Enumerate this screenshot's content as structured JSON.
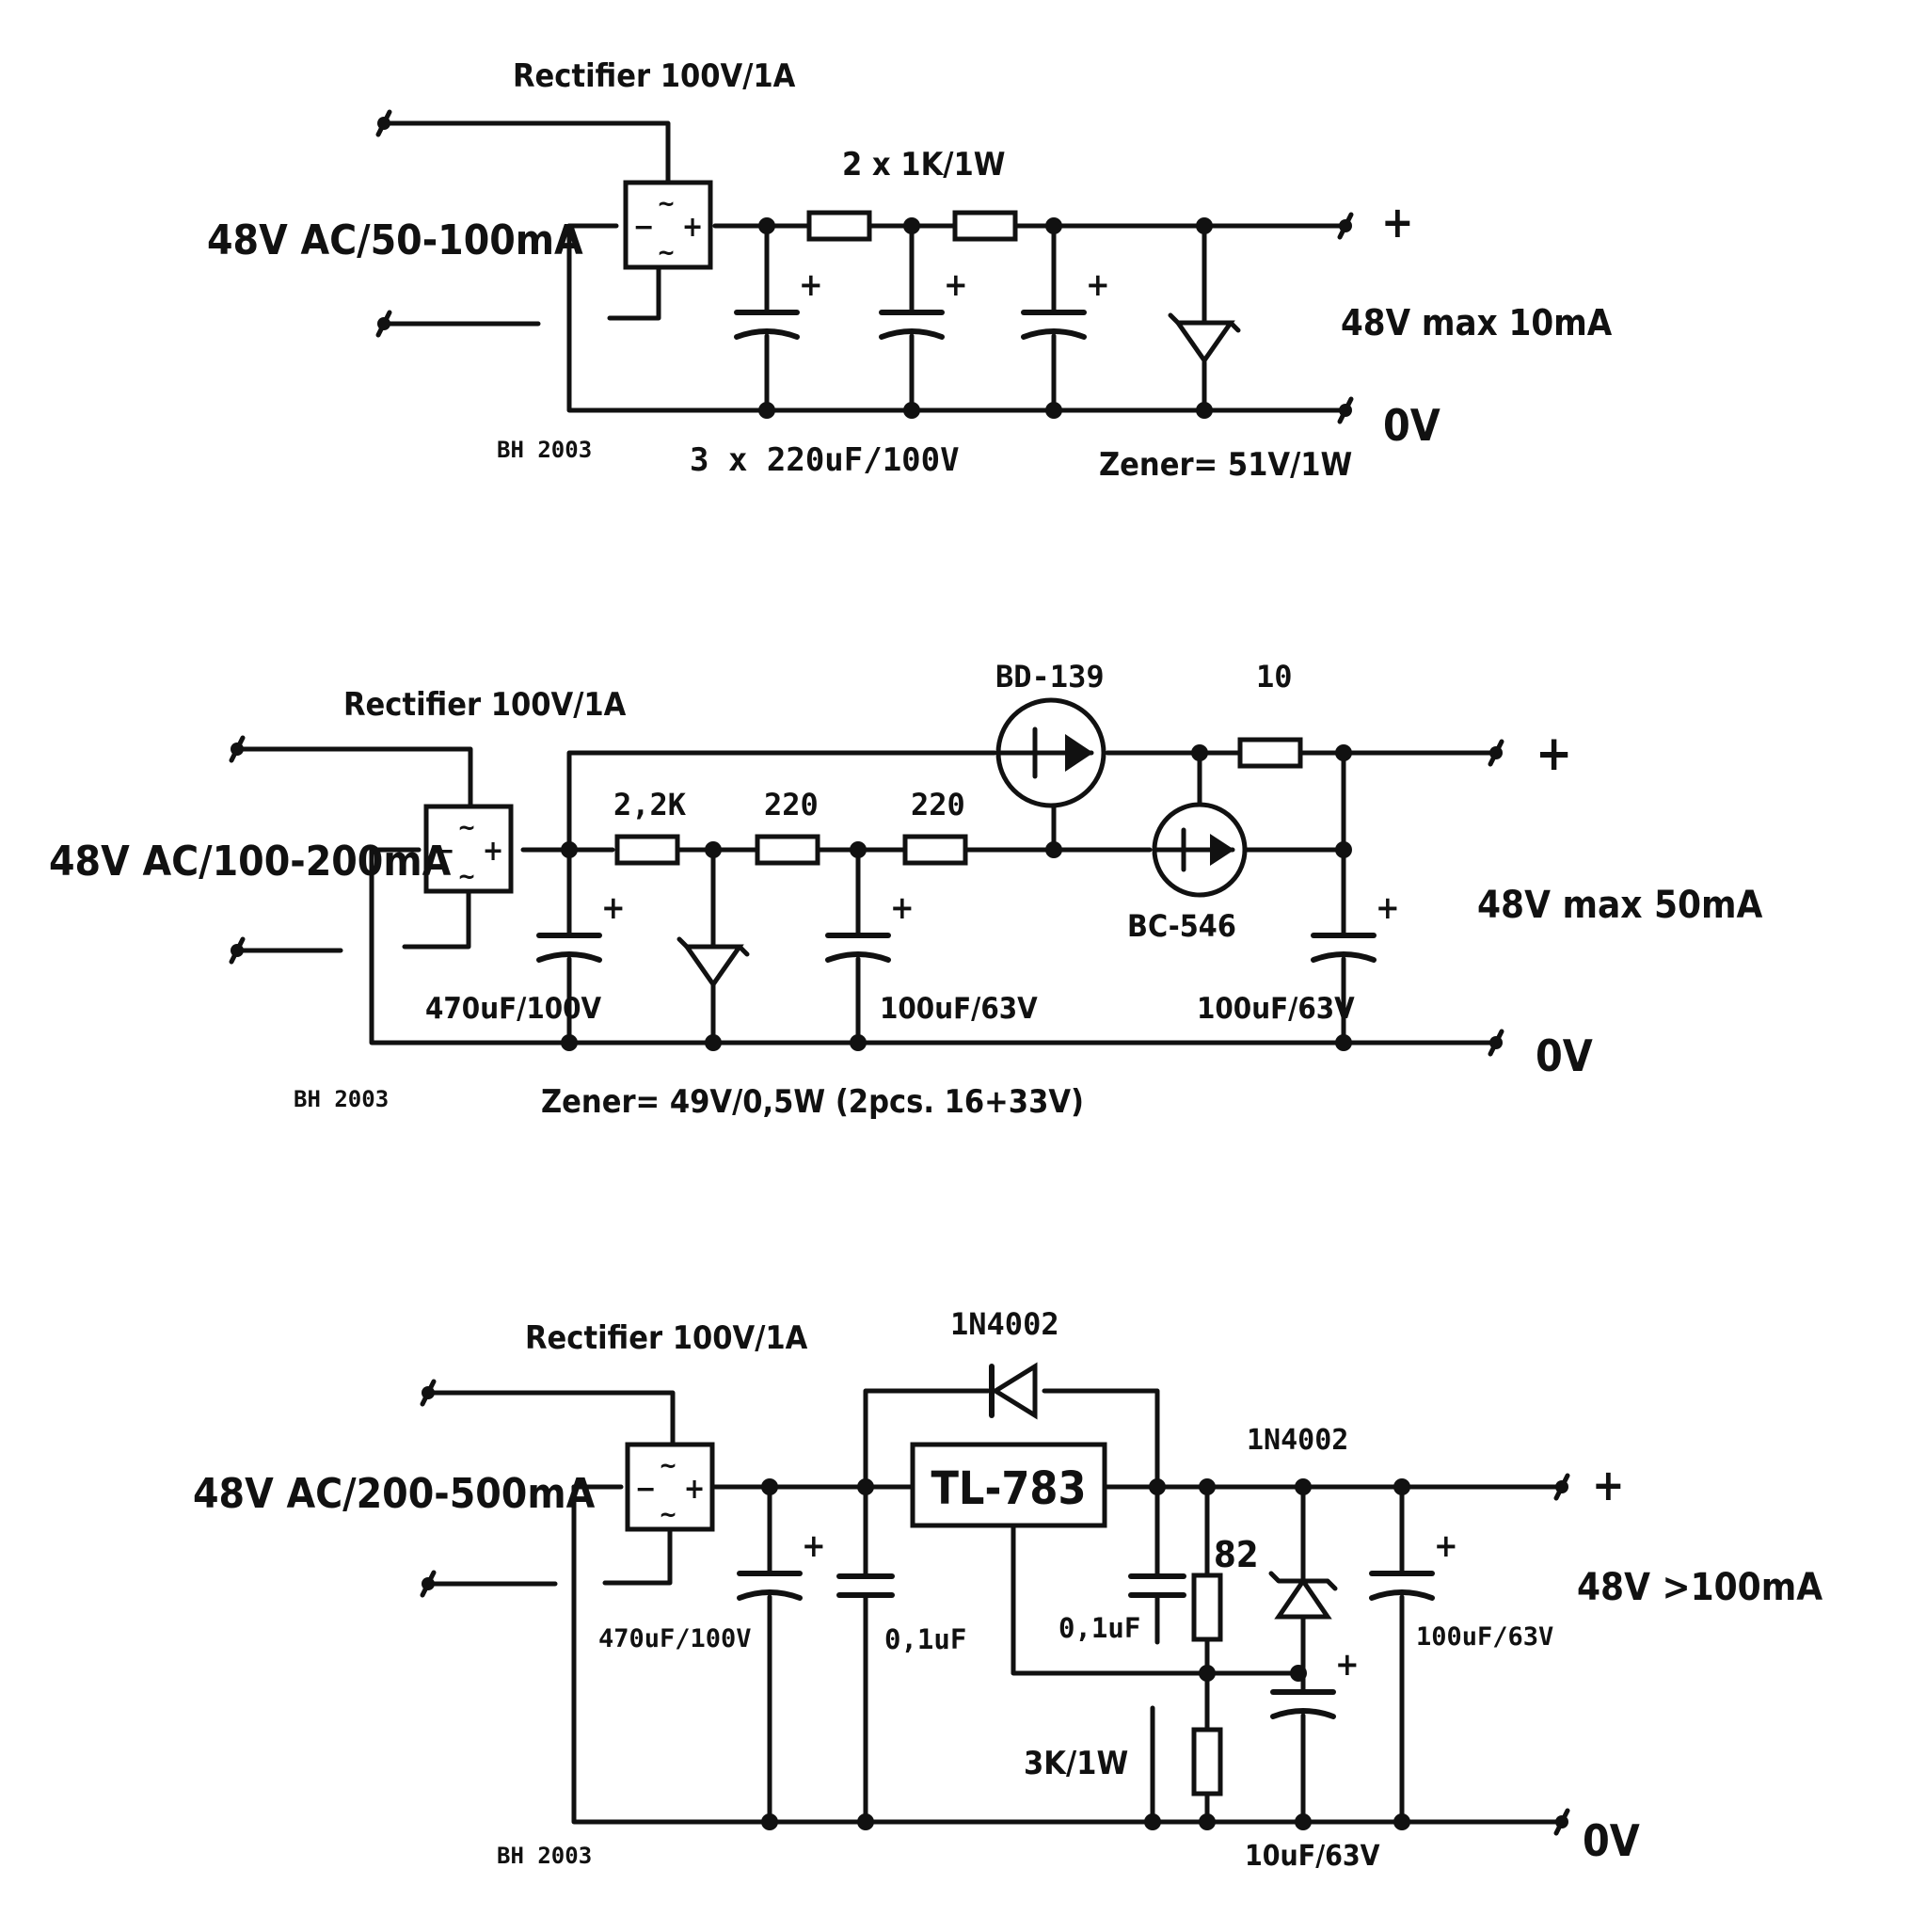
{
  "circuit1": {
    "input_label": "48V AC/50-100mA",
    "rectifier_label": "Rectifier 100V/1A",
    "resistors_label": "2 x 1K/1W",
    "caps_label": "3 x 220uF/100V",
    "zener_label": "Zener= 51V/1W",
    "output_label": "48V max 10mA",
    "plus_label": "+",
    "zero_label": "0V",
    "author_label": "BH 2003"
  },
  "circuit2": {
    "input_label": "48V AC/100-200mA",
    "rectifier_label": "Rectifier 100V/1A",
    "r1_label": "2,2K",
    "r2_label": "220",
    "r3_label": "220",
    "r4_label": "10",
    "t1_label": "BD-139",
    "t2_label": "BC-546",
    "c1_label": "470uF/100V",
    "c2_label": "100uF/63V",
    "c3_label": "100uF/63V",
    "zener_label": "Zener= 49V/0,5W (2pcs. 16+33V)",
    "output_label": "48V max 50mA",
    "plus_label": "+",
    "zero_label": "0V",
    "author_label": "BH 2003"
  },
  "circuit3": {
    "input_label": "48V AC/200-500mA",
    "rectifier_label": "Rectifier 100V/1A",
    "d1_label": "1N4002",
    "d2_label": "1N4002",
    "reg_label": "TL-783",
    "c1_label": "470uF/100V",
    "c2_label": "0,1uF",
    "c3_label": "0,1uF",
    "r1_label": "82",
    "r2_label": "3K/1W",
    "c4_label": "100uF/63V",
    "c5_label": "10uF/63V",
    "output_label": "48V >100mA",
    "plus_label": "+",
    "zero_label": "0V",
    "author_label": "BH 2003"
  }
}
